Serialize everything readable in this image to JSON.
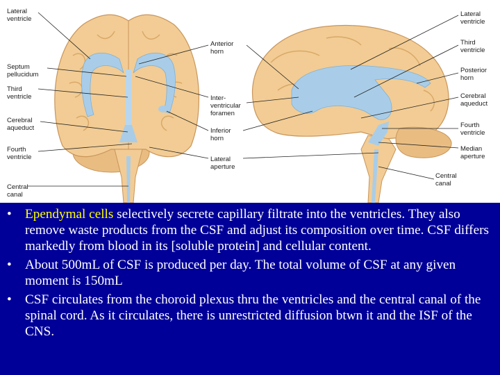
{
  "figure": {
    "labels_left": {
      "lateral_ventricle": "Lateral\nventricle",
      "septum_pellucidum": "Septum\npellucidum",
      "third_ventricle": "Third\nventricle",
      "cerebral_aqueduct": "Cerebral\naqueduct",
      "fourth_ventricle": "Fourth\nventricle",
      "central_canal": "Central\ncanal"
    },
    "labels_center": {
      "anterior_horn": "Anterior\nhorn",
      "interventricular_foramen": "Inter-\nventricular\nforamen",
      "inferior_horn": "Inferior\nhorn",
      "lateral_aperture": "Lateral\naperture"
    },
    "labels_right": {
      "lateral_ventricle": "Lateral\nventricle",
      "third_ventricle": "Third\nventricle",
      "posterior_horn": "Posterior\nhorn",
      "cerebral_aqueduct": "Cerebral\naqueduct",
      "fourth_ventricle": "Fourth\nventricle",
      "median_aperture": "Median\naperture",
      "central_canal": "Central\ncanal"
    },
    "colors": {
      "brain": "#f2cc94",
      "brain_fold": "#d9a867",
      "ventricle": "#a9cde8",
      "background": "#ffffff"
    }
  },
  "bullets": [
    {
      "highlight": "Ependymal cells",
      "text": " selectively secrete capillary filtrate into the ventricles.  They also remove waste products from the CSF and adjust its composition over time.  CSF differs markedly from blood in its [soluble protein] and cellular content."
    },
    {
      "highlight": "",
      "text": "About 500mL of CSF is produced per day. The total volume of CSF at any given moment is 150mL"
    },
    {
      "highlight": "",
      "text": "CSF circulates from the choroid plexus thru the ventricles and the central canal of the spinal cord.  As it circulates, there is unrestricted diffusion btwn it and the ISF of the CNS."
    }
  ],
  "theme": {
    "slide_bg": "#000099",
    "text_color": "#ffffff",
    "highlight_color": "#ffff00"
  }
}
